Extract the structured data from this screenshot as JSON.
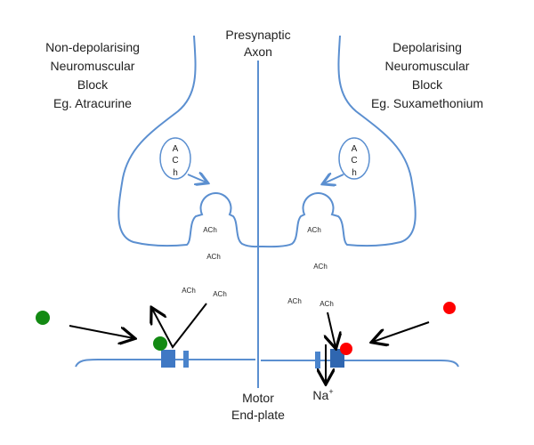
{
  "title": {
    "line1": "Presynaptic",
    "line2": "Axon"
  },
  "left_label": [
    "Non-depolarising",
    "Neuromuscular",
    "Block",
    "Eg. Atracurine"
  ],
  "right_label": [
    "Depolarising",
    "Neuromuscular",
    "Block",
    "Eg. Suxamethonium"
  ],
  "bottom_label": {
    "line1": "Motor",
    "line2": "End-plate"
  },
  "sodium_label": {
    "base": "Na",
    "sup": "+"
  },
  "vesicle_letters": [
    "A",
    "C",
    "h"
  ],
  "ach_label": "ACh",
  "colors": {
    "outline": "#5b8fd0",
    "receptor": "#3f78c4",
    "antagonist": "#138a13",
    "agonist": "#ff0000",
    "arrow": "#000000"
  }
}
